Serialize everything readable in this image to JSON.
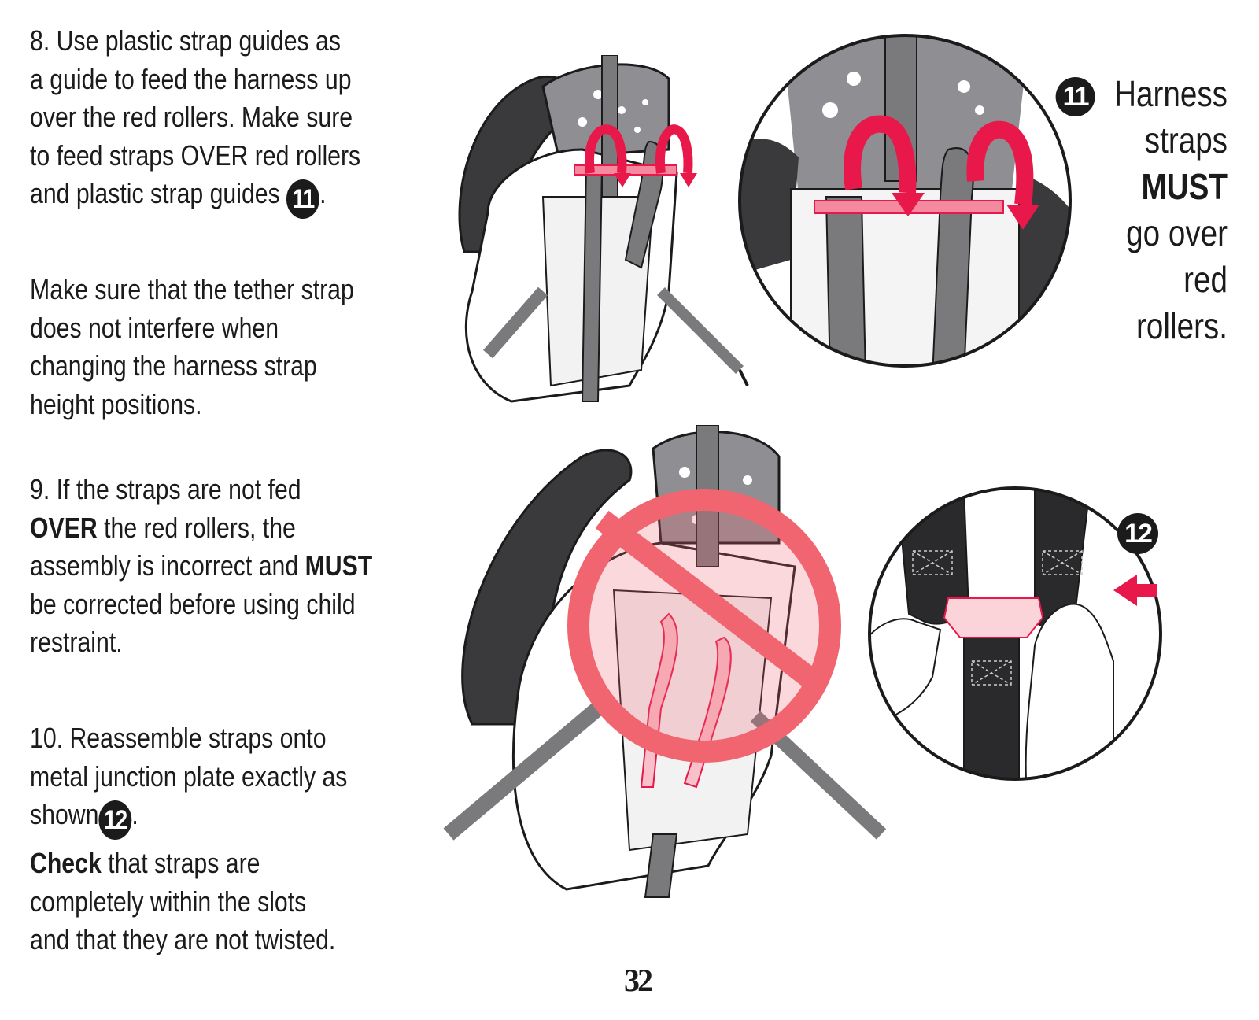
{
  "step8": {
    "lines": [
      "8. Use plastic strap guides as",
      "a guide to feed the harness up",
      "over the red rollers. Make sure",
      "to feed straps OVER red rollers",
      "and plastic strap guides"
    ],
    "badge": "11",
    "end": "."
  },
  "tether_note": {
    "lines": [
      "Make sure that the tether strap",
      "does not interfere when",
      "changing the harness strap",
      "height positions."
    ]
  },
  "step9": {
    "line1": "9. If the straps are not fed",
    "line2_bold": "OVER",
    "line2_rest": " the red rollers, the",
    "line3_start": "assembly is incorrect and ",
    "line3_bold": "MUST",
    "line4": "be corrected before using child",
    "line5": "restraint."
  },
  "step10": {
    "line1": "10. Reassemble straps onto",
    "line2": "metal junction plate exactly as",
    "line3": "shown",
    "badge": "12",
    "end": "."
  },
  "check": {
    "bold": "Check",
    "line1_rest": " that straps are",
    "line2": "completely within the slots",
    "line3": "and that they are not twisted."
  },
  "side_note": {
    "badge": "11",
    "lines": [
      "Harness",
      "straps"
    ],
    "must": "MUST",
    "lines_after": [
      "go over",
      "red",
      "rollers."
    ]
  },
  "fig12_badge": "12",
  "page_number": "32",
  "colors": {
    "accent_red": "#e8184a",
    "prohibit_red": "#f06570",
    "dark": "#1b1b1b",
    "gray_strap": "#7a7a7c",
    "shell_gray": "#8f8f93"
  }
}
